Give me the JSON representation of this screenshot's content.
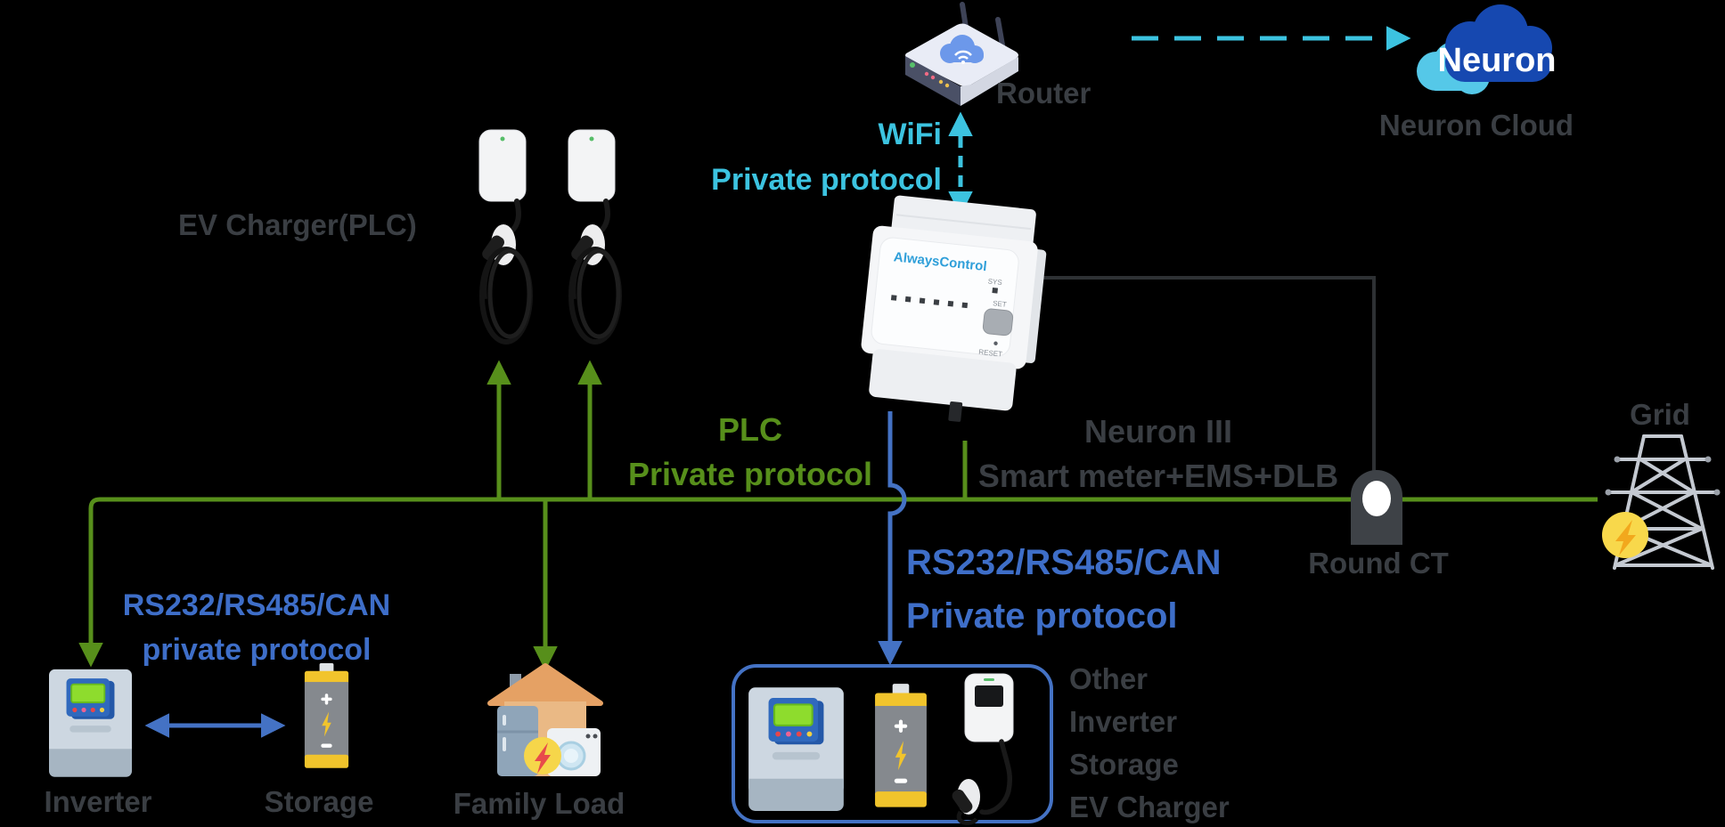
{
  "colors": {
    "background": "#000000",
    "green_line": "#578f1b",
    "cyan_link": "#3cc3e0",
    "blue_link": "#4472c4",
    "blue_text": "#3e6ec8",
    "label_gray": "#3a3e43",
    "cloud_dark_blue": "#1648b0",
    "cloud_light_cyan": "#55c8e8"
  },
  "nodes": {
    "router": {
      "label": "Router"
    },
    "neuron_cloud": {
      "brand": "Neuron",
      "label": "Neuron Cloud"
    },
    "ev_charger": {
      "label": "EV Charger(PLC)"
    },
    "neuron3": {
      "name": "Neuron III",
      "desc": "Smart meter+EMS+DLB",
      "logo": "AlwaysControl",
      "sys_label": "SYS",
      "set_label": "SET",
      "reset_label": "RESET"
    },
    "inverter": {
      "label": "Inverter"
    },
    "storage": {
      "label": "Storage"
    },
    "family_load": {
      "label": "Family Load"
    },
    "round_ct": {
      "label": "Round CT"
    },
    "grid": {
      "label": "Grid"
    },
    "other_group": {
      "lines": [
        "Other",
        "Inverter",
        "Storage",
        "EV Charger"
      ]
    }
  },
  "links": {
    "wifi": {
      "line1": "WiFi",
      "line2": "Private protocol"
    },
    "plc": {
      "line1": "PLC",
      "line2": "Private protocol"
    },
    "rs_center": {
      "line1": "RS232/RS485/CAN",
      "line2": "Private protocol"
    },
    "rs_left": {
      "line1": "RS232/RS485/CAN",
      "line2": "private protocol"
    }
  }
}
